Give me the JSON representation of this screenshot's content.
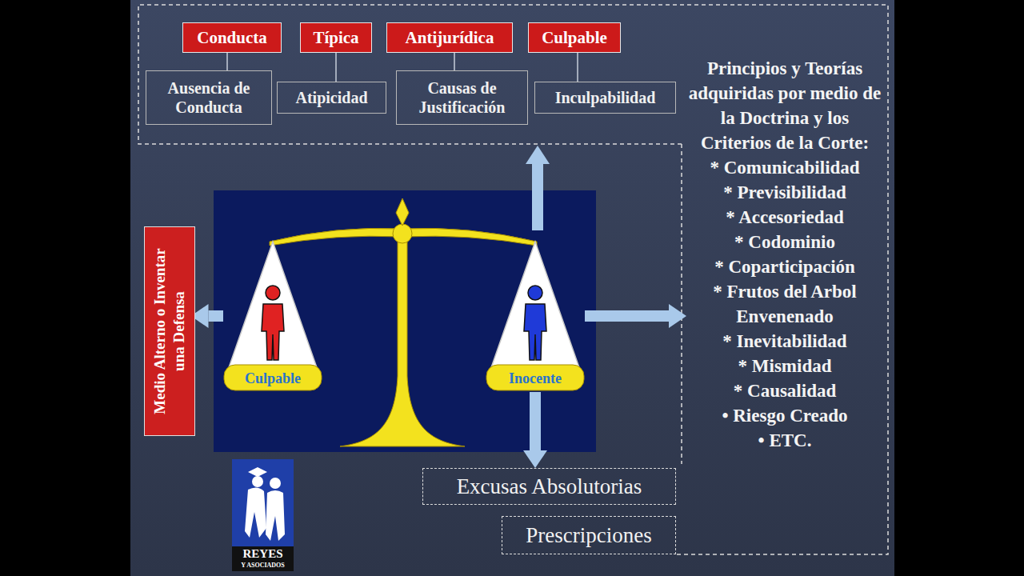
{
  "diagram": {
    "nodes": [
      {
        "text": [
          "Conducta"
        ]
      },
      {
        "text": [
          "Típica"
        ]
      },
      {
        "text": [
          "Antijurídica"
        ]
      },
      {
        "text": [
          "Culpable"
        ]
      },
      {
        "text": [
          "Ausencia de Conducta"
        ]
      },
      {
        "text": [
          "Atipicidad"
        ]
      },
      {
        "text": [
          "Causas de Justificación"
        ]
      },
      {
        "text": [
          "Inculpabilidad"
        ]
      },
      {
        "text": [
          "Medio Alterno o Inventar una Defensa"
        ]
      },
      {
        "text": [
          "Culpable"
        ]
      },
      {
        "text": [
          "Inocente"
        ]
      },
      {
        "text": [
          "Principios y Teorías adquiridas por medio de la Doctrina y los Criterios de la Corte:",
          "* Comunicabilidad",
          "* Previsibilidad",
          "* Accesoriedad",
          "* Codominio",
          "* Coparticipación",
          "* Frutos del Arbol Envenenado",
          "* Inevitabilidad",
          "* Mismidad",
          "* Causalidad",
          "• Riesgo Creado",
          "• ETC."
        ]
      },
      {
        "text": [
          "Excusas Absolutorias"
        ]
      },
      {
        "text": [
          "Prescripciones"
        ]
      }
    ],
    "edges": [
      {
        "from": 0,
        "to": 4,
        "arrow": "none"
      },
      {
        "from": 1,
        "to": 5,
        "arrow": "none"
      },
      {
        "from": 2,
        "to": 6,
        "arrow": "none"
      },
      {
        "from": 3,
        "to": 7,
        "arrow": "none"
      },
      {
        "from": 9,
        "to": 8,
        "arrow": "to"
      },
      {
        "from": 10,
        "to": 11,
        "arrow": "to"
      },
      {
        "from": 10,
        "to": 12,
        "arrow": "to"
      }
    ],
    "labels": [
      "REYES",
      "Y ASOCIADOS"
    ]
  }
}
